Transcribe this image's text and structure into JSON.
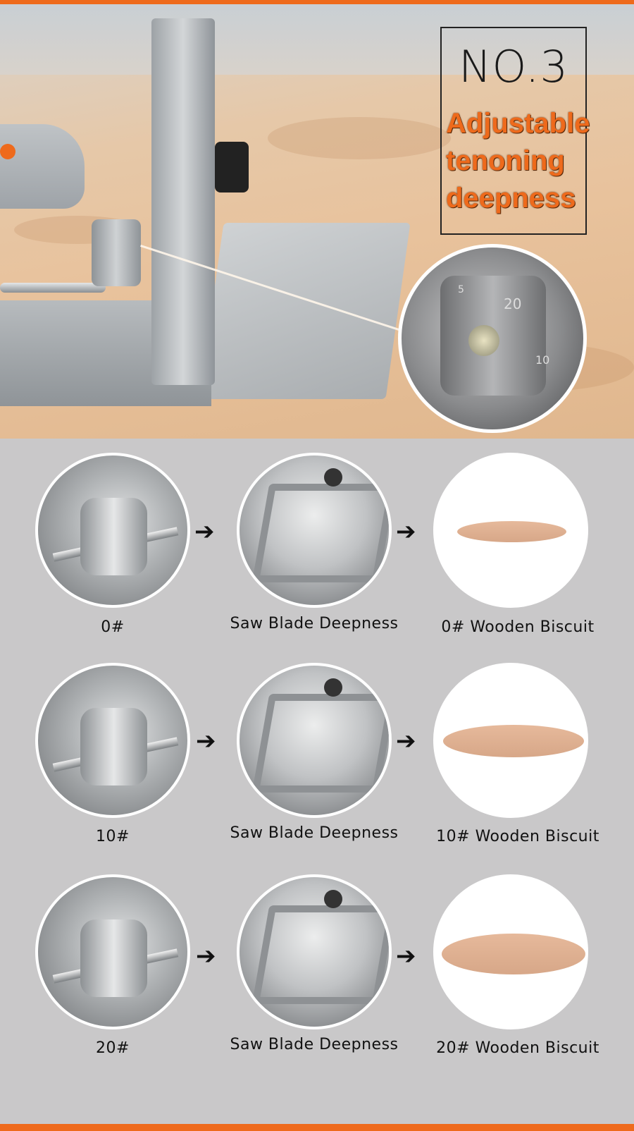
{
  "hero": {
    "badge": "NO.3",
    "feature_lines": [
      "Adjustable",
      "tenoning",
      "deepness"
    ],
    "dial_numbers": [
      "5",
      "20",
      "10"
    ]
  },
  "steps": [
    {
      "dial_caption": "0#",
      "blade_caption": "Saw Blade Deepness",
      "biscuit_caption": "0# Wooden Biscuit"
    },
    {
      "dial_caption": "10#",
      "blade_caption": "Saw Blade Deepness",
      "biscuit_caption": "10# Wooden Biscuit"
    },
    {
      "dial_caption": "20#",
      "blade_caption": "Saw Blade Deepness",
      "biscuit_caption": "20# Wooden Biscuit"
    }
  ],
  "arrow_glyph": "➔",
  "colors": {
    "accent": "#ee6a1c",
    "panel": "#c9c8c9"
  }
}
